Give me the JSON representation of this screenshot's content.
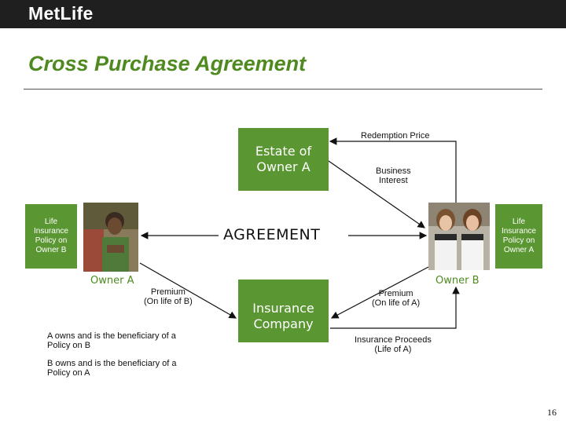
{
  "header": {
    "logo": "MetLife"
  },
  "title": "Cross Purchase Agreement",
  "boxes": {
    "estate": "Estate of\nOwner A",
    "insurance": "Insurance\nCompany",
    "policy_b": "Life\nInsurance\nPolicy on\nOwner B",
    "policy_a": "Life\nInsurance\nPolicy on\nOwner A"
  },
  "labels": {
    "redemption": "Redemption Price",
    "business": "Business\nInterest",
    "agreement": "AGREEMENT",
    "owner_a": "Owner A",
    "owner_b": "Owner B",
    "premium_left": "Premium\n(On life of B)",
    "premium_right": "Premium\n(On life of A)",
    "proceeds": "Insurance Proceeds\n(Life of A)",
    "note_a": "A owns and is the beneficiary of a\nPolicy on B",
    "note_b": "B owns and is the beneficiary of a\nPolicy on A"
  },
  "page_number": "16",
  "colors": {
    "brand_green": "#5a9632",
    "title_green": "#4e8a1f",
    "topbar": "#1f1f1f"
  }
}
